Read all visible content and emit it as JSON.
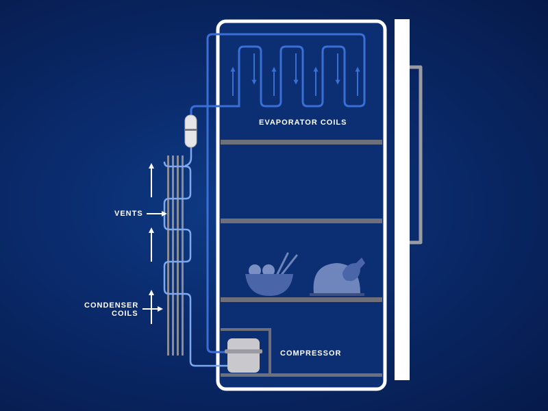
{
  "labels": {
    "evaporator": "EVAPORATOR COILS",
    "vents": "VENTS",
    "condenser_line1": "CONDENSER",
    "condenser_line2": "COILS",
    "compressor": "COMPRESSOR"
  },
  "colors": {
    "background": "#0a2a6b",
    "fridge_outline": "#ffffff",
    "interior": "#0b2f72",
    "shelf": "#6e6f78",
    "evaporator_pipe": "#3a6fd6",
    "condenser_pipe": "#7fa9ee",
    "condenser_rods": "#8a8c96",
    "handle": "#9a9ba3",
    "compressor": "#c9c9cd",
    "food": "#4a66a8",
    "arrows": "#ffffff"
  }
}
